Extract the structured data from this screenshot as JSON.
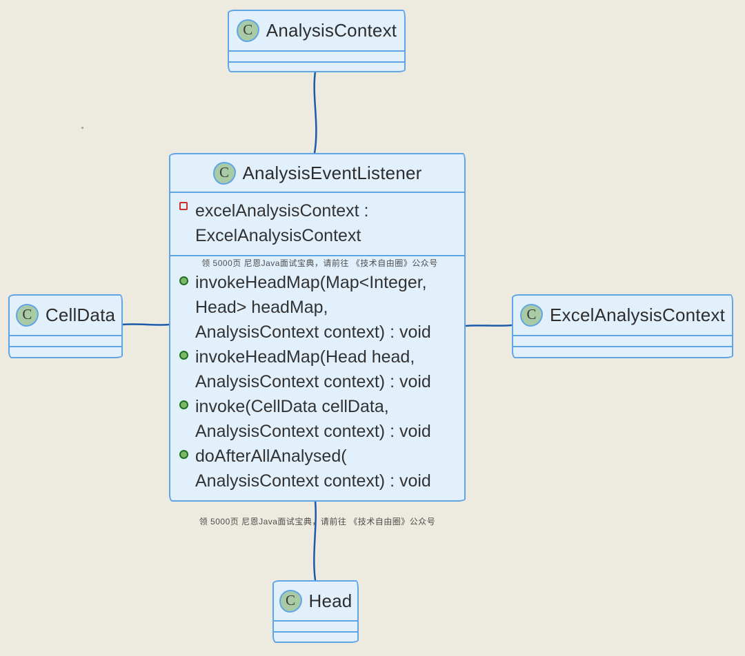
{
  "diagram": {
    "kind": "uml-class-diagram",
    "style": "hand-drawn",
    "background": "#EDEADF"
  },
  "colors": {
    "box_fill": "#E2F0FC",
    "box_border": "#5FA4E6",
    "edge_stroke": "#1A5AAB",
    "class_icon_fill": "#A8CBA5",
    "method_icon_fill": "#7CB865",
    "method_icon_border": "#1E7022",
    "field_icon_border": "#C9302C",
    "text": "#2D2D2D"
  },
  "watermark": {
    "text": "领 5000页 尼恩Java面试宝典，请前往 《技术自由圈》公众号"
  },
  "classes": [
    {
      "id": "analysis-context",
      "stereotype": "C",
      "name": "AnalysisContext",
      "fields": [],
      "methods": []
    },
    {
      "id": "analysis-event-listener",
      "stereotype": "C",
      "name": "AnalysisEventListener",
      "fields": [
        {
          "visibility": "private",
          "text": "excelAnalysisContext :\nExcelAnalysisContext"
        }
      ],
      "methods": [
        {
          "visibility": "public",
          "text": "invokeHeadMap(Map<Integer,\nHead> headMap,\nAnalysisContext context) : void"
        },
        {
          "visibility": "public",
          "text": "invokeHeadMap(Head head,\nAnalysisContext context) : void"
        },
        {
          "visibility": "public",
          "text": "invoke(CellData cellData,\nAnalysisContext context) : void"
        },
        {
          "visibility": "public",
          "text": "doAfterAllAnalysed(\nAnalysisContext context) : void"
        }
      ]
    },
    {
      "id": "cell-data",
      "stereotype": "C",
      "name": "CellData",
      "fields": [],
      "methods": []
    },
    {
      "id": "excel-analysis-context",
      "stereotype": "C",
      "name": "ExcelAnalysisContext",
      "fields": [],
      "methods": []
    },
    {
      "id": "head",
      "stereotype": "C",
      "name": "Head",
      "fields": [],
      "methods": []
    }
  ],
  "relations": [
    {
      "from": "AnalysisContext",
      "to": "AnalysisEventListener",
      "side": "top"
    },
    {
      "from": "CellData",
      "to": "AnalysisEventListener",
      "side": "left"
    },
    {
      "from": "AnalysisEventListener",
      "to": "ExcelAnalysisContext",
      "side": "right"
    },
    {
      "from": "AnalysisEventListener",
      "to": "Head",
      "side": "bottom"
    }
  ]
}
